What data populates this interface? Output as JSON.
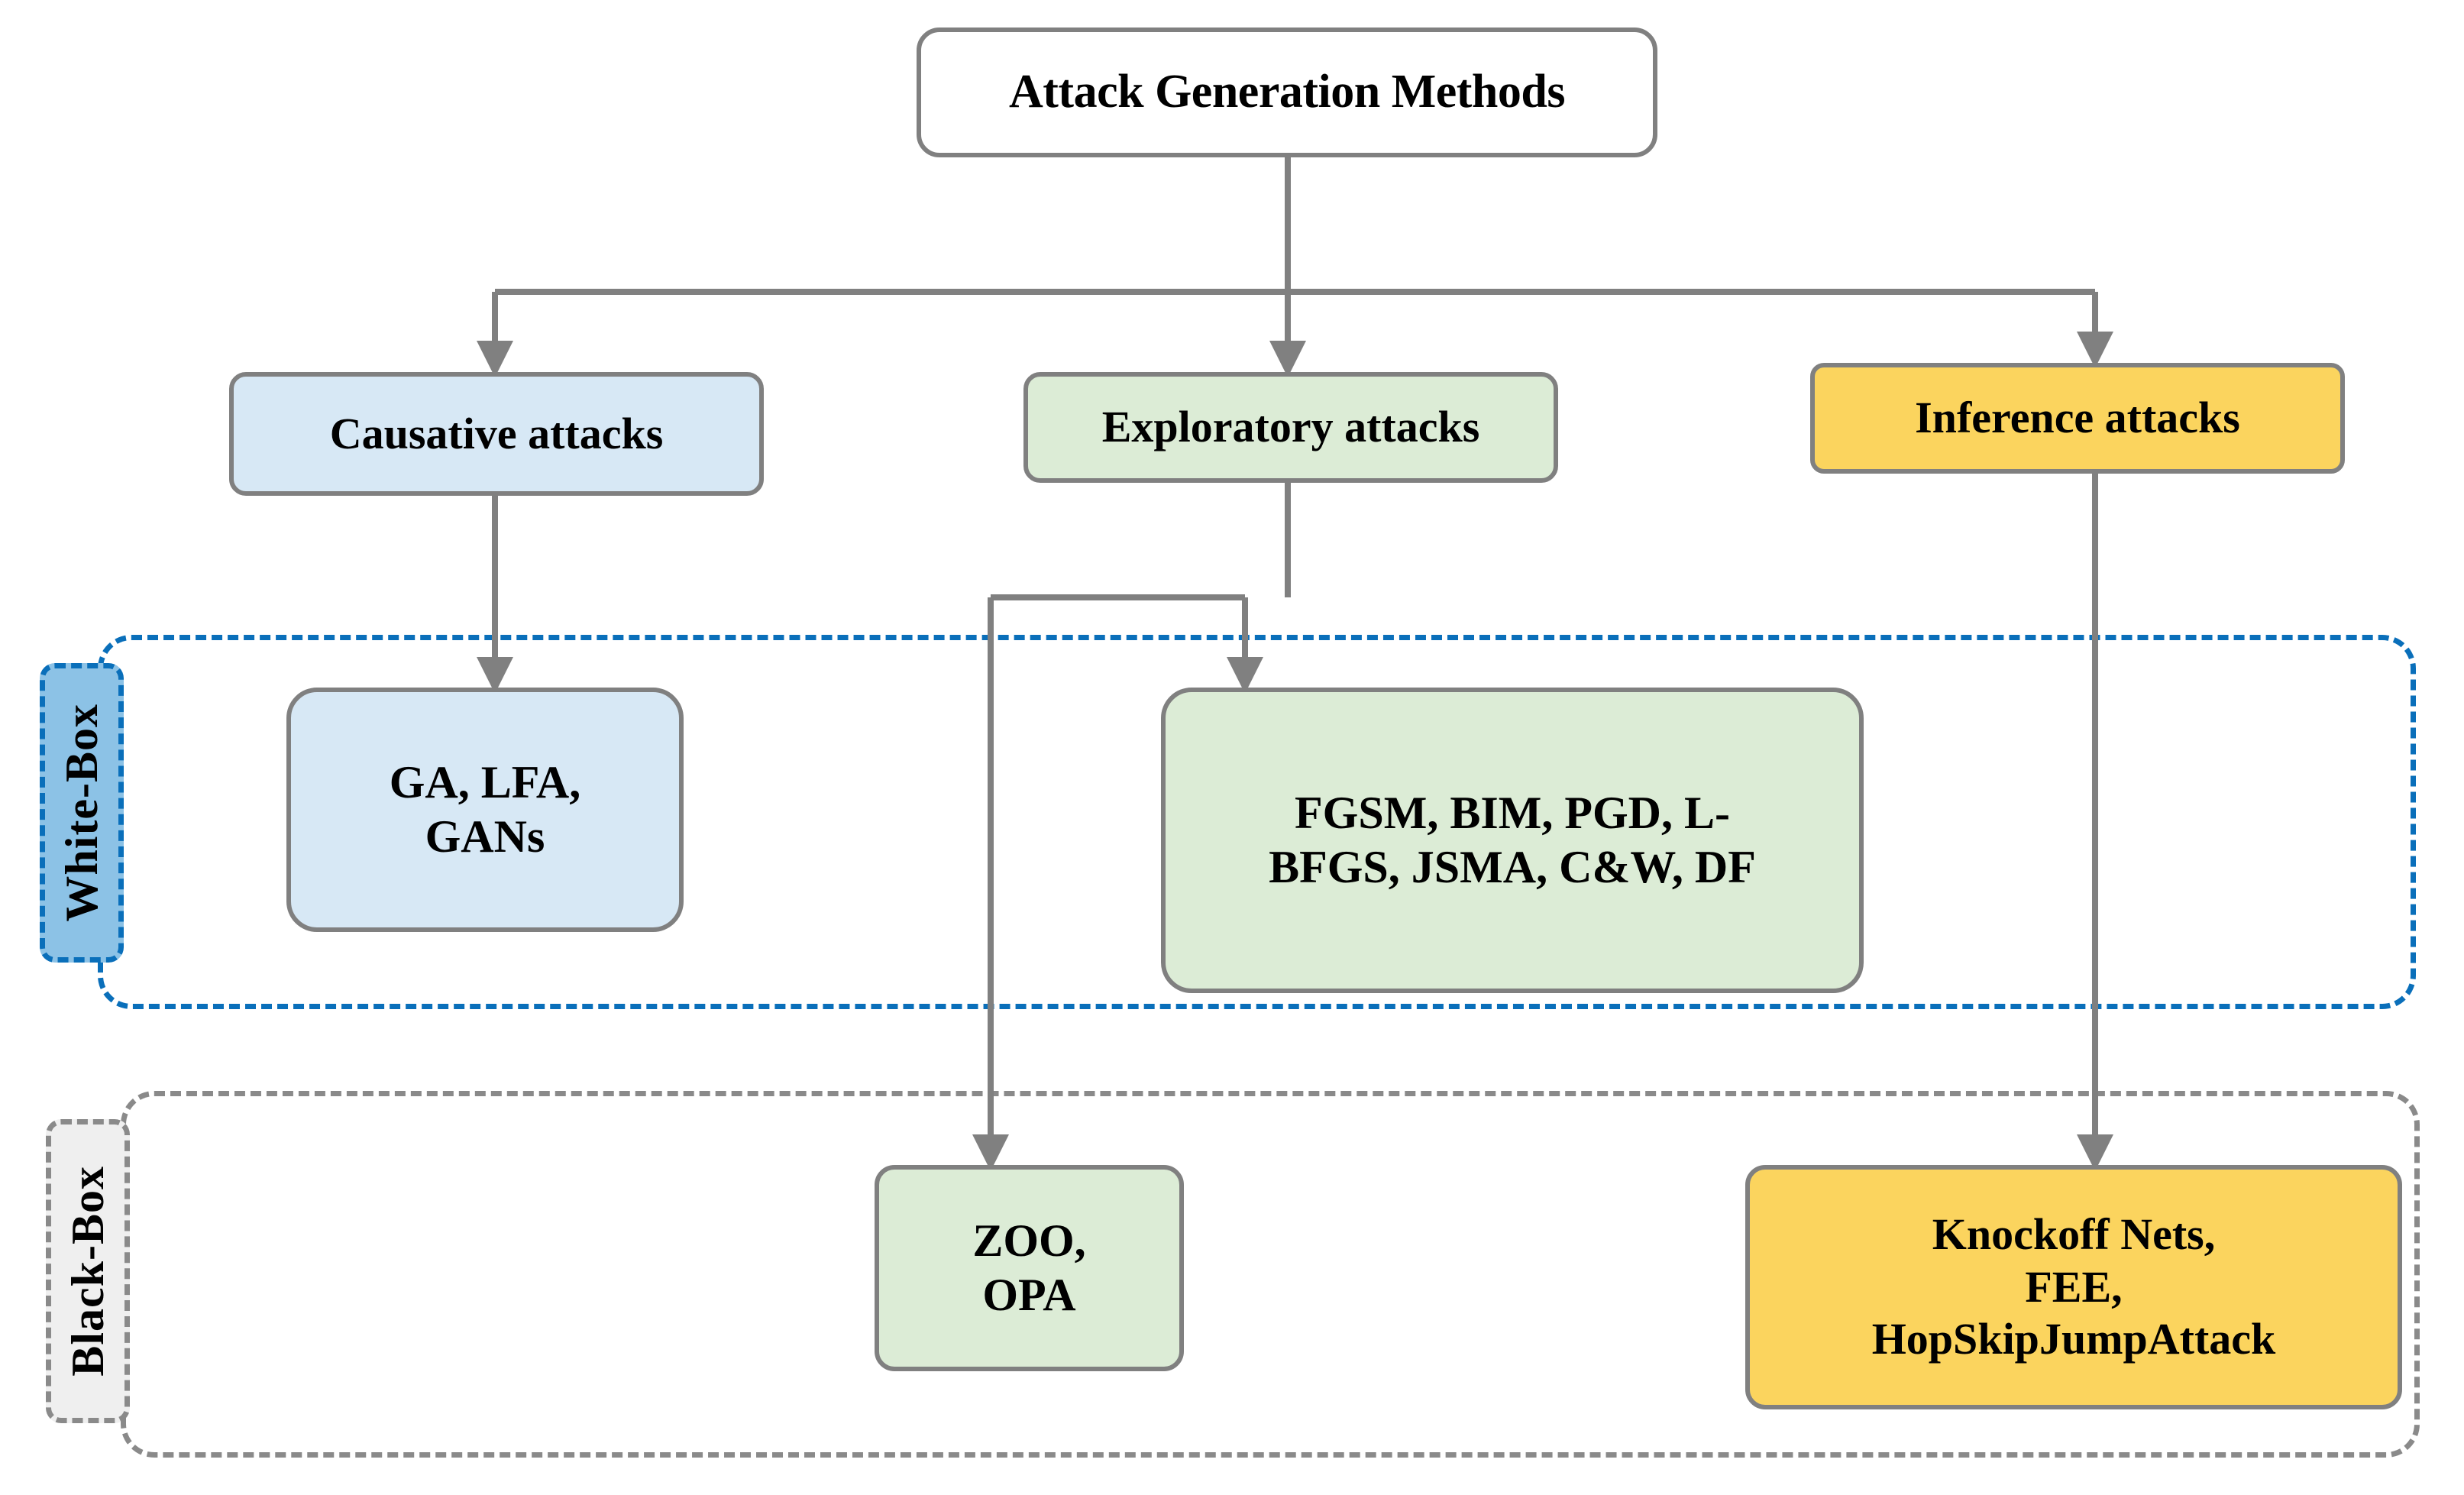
{
  "diagram": {
    "title": "Attack Generation Methods",
    "root": {
      "label": "Attack Generation Methods"
    },
    "categories": [
      {
        "id": "causative",
        "label": "Causative attacks",
        "color": "#d7e8f5"
      },
      {
        "id": "exploratory",
        "label": "Exploratory attacks",
        "color": "#dcecd6"
      },
      {
        "id": "inference",
        "label": "Inference attacks",
        "color": "#fbd45e"
      }
    ],
    "groups": [
      {
        "id": "white-box",
        "label": "White-Box",
        "fill": "#8cc2e6",
        "border": "#0a6fba"
      },
      {
        "id": "black-box",
        "label": "Black-Box",
        "fill": "#efefef",
        "border": "#8a8a8a"
      }
    ],
    "leaves": [
      {
        "id": "ga-lfa-gans",
        "group": "white-box",
        "parent": "causative",
        "label": "GA, LFA,\nGANs",
        "color": "#d7e8f5"
      },
      {
        "id": "fgsm-set",
        "group": "white-box",
        "parent": "exploratory",
        "label": "FGSM, BIM, PGD, L-BFGS, JSMA, C&W, DF",
        "color": "#dcecd6"
      },
      {
        "id": "zoo-opa",
        "group": "black-box",
        "parent": "exploratory",
        "label": "ZOO,\nOPA",
        "color": "#dcecd6"
      },
      {
        "id": "knockoff",
        "group": "black-box",
        "parent": "inference",
        "label": "Knockoff Nets,\nFEE,\nHopSkipJumpAttack",
        "color": "#fbd45e"
      }
    ],
    "leaf_text": {
      "ga_line1": "GA, LFA,",
      "ga_line2": "GANs",
      "fgsm_line1": "FGSM, BIM, PGD, L-",
      "fgsm_line2": "BFGS, JSMA, C&W, DF",
      "zoo_line1": "ZOO,",
      "zoo_line2": "OPA",
      "knockoff_line1": "Knockoff Nets,",
      "knockoff_line2": "FEE,",
      "knockoff_line3": "HopSkipJumpAttack"
    },
    "colors": {
      "connector": "#808080",
      "node_border": "#808080",
      "whitebox_border": "#0a6fba",
      "blackbox_border": "#8a8a8a",
      "blue_fill": "#d7e8f5",
      "green_fill": "#dcecd6",
      "yellow_fill": "#fbd45e",
      "whitebox_tag_fill": "#8cc2e6",
      "blackbox_tag_fill": "#efefef"
    }
  }
}
